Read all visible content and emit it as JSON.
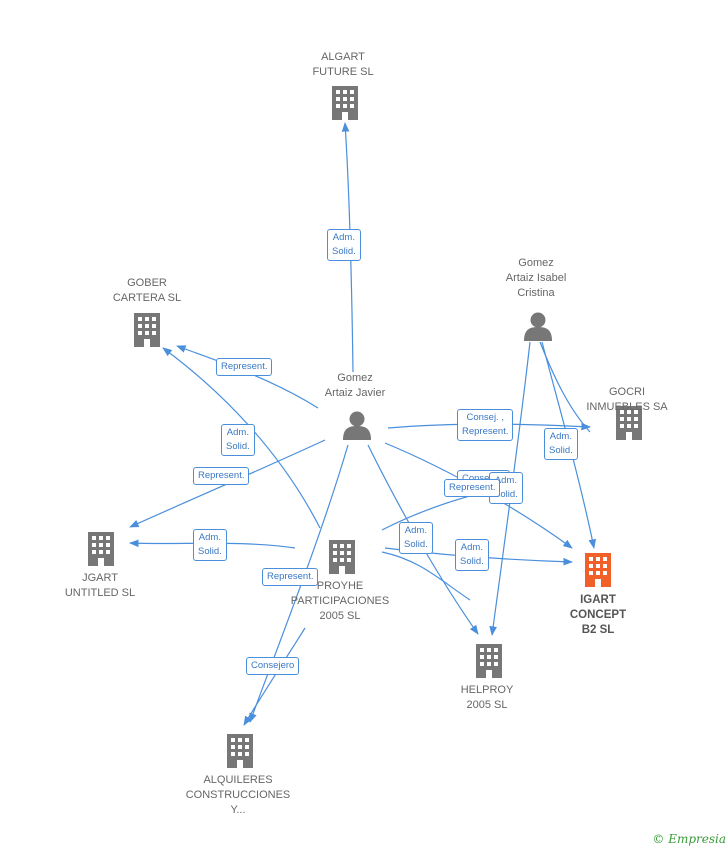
{
  "colors": {
    "edge": "#4a8fdc",
    "company_icon": "#777777",
    "main_company_icon": "#f2602a",
    "person_icon": "#777777"
  },
  "nodes": {
    "algart": {
      "label": "ALGART\nFUTURE SL",
      "type": "company"
    },
    "gober": {
      "label": "GOBER\nCARTERA SL",
      "type": "company"
    },
    "gomez_isabel": {
      "label": "Gomez\nArtaiz Isabel\nCristina",
      "type": "person"
    },
    "gomez_javier": {
      "label": "Gomez\nArtaiz Javier",
      "type": "person"
    },
    "gocri": {
      "label": "GOCRI\nINMUEBLES SA",
      "type": "company"
    },
    "jgart": {
      "label": "JGART\nUNTITLED SL",
      "type": "company"
    },
    "proyhe": {
      "label": "PROYHE\nPARTICIPACIONES\n2005  SL",
      "type": "company"
    },
    "igart": {
      "label": "IGART\nCONCEPT\nB2 SL",
      "type": "main-company"
    },
    "helproy": {
      "label": "HELPROY\n2005 SL",
      "type": "company"
    },
    "alquileres": {
      "label": "ALQUILERES\nCONSTRUCCIONES\nY...",
      "type": "company"
    }
  },
  "edge_labels": {
    "adm_solid_algart": "Adm.\nSolid.",
    "represent_gober": "Represent.",
    "adm_solid_gober": "Adm.\nSolid.",
    "represent_jgart": "Represent.",
    "adm_solid_jgart": "Adm.\nSolid.",
    "represent_alquileres": "Represent.",
    "consejero_alquileres": "Consejero",
    "consej_represent_gocri": "Consej. ,\nRepresent.",
    "adm_solid_gocri": "Adm.\nSolid.",
    "consejero_igart_hidden": "Consejero",
    "adm_solid_igart_hidden": "Adm.\nSolid.",
    "represent_igart": "Represent.",
    "adm_solid_helproy": "Adm.\nSolid.",
    "adm_solid_igart": "Adm.\nSolid."
  },
  "watermark": {
    "symbol": "©",
    "text": "Empresia"
  }
}
